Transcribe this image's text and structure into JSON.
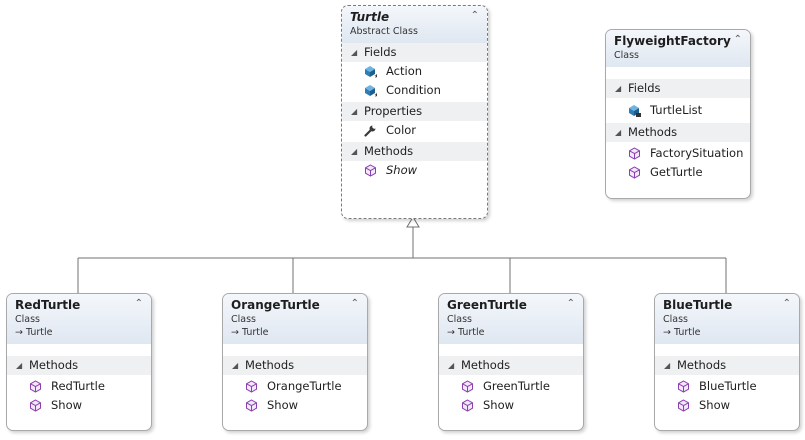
{
  "classes": {
    "turtle": {
      "name": "Turtle",
      "stereotype": "Abstract Class",
      "sections": {
        "fields": "Fields",
        "properties": "Properties",
        "methods": "Methods"
      },
      "fields": [
        "Action",
        "Condition"
      ],
      "properties": [
        "Color"
      ],
      "methods": [
        "Show"
      ]
    },
    "factory": {
      "name": "FlyweightFactory",
      "stereotype": "Class",
      "sections": {
        "fields": "Fields",
        "methods": "Methods"
      },
      "fields": [
        "TurtleList"
      ],
      "methods": [
        "FactorySituation",
        "GetTurtle"
      ]
    },
    "red": {
      "name": "RedTurtle",
      "stereotype": "Class",
      "base": "Turtle",
      "sections": {
        "methods": "Methods"
      },
      "methods": [
        "RedTurtle",
        "Show"
      ]
    },
    "orange": {
      "name": "OrangeTurtle",
      "stereotype": "Class",
      "base": "Turtle",
      "sections": {
        "methods": "Methods"
      },
      "methods": [
        "OrangeTurtle",
        "Show"
      ]
    },
    "green": {
      "name": "GreenTurtle",
      "stereotype": "Class",
      "base": "Turtle",
      "sections": {
        "methods": "Methods"
      },
      "methods": [
        "GreenTurtle",
        "Show"
      ]
    },
    "blue": {
      "name": "BlueTurtle",
      "stereotype": "Class",
      "base": "Turtle",
      "sections": {
        "methods": "Methods"
      },
      "methods": [
        "BlueTurtle",
        "Show"
      ]
    }
  },
  "glyphs": {
    "collapse": "⌃",
    "expanded_triangle": "◢",
    "inherit_arrow": "→"
  },
  "colors": {
    "header_top": "#f4f7fb",
    "header_bottom": "#dfe7f1",
    "section_band": "#eef0f2",
    "method_icon": "#8a3fb0",
    "field_icon": "#2a7fb8",
    "connector": "#707070"
  }
}
